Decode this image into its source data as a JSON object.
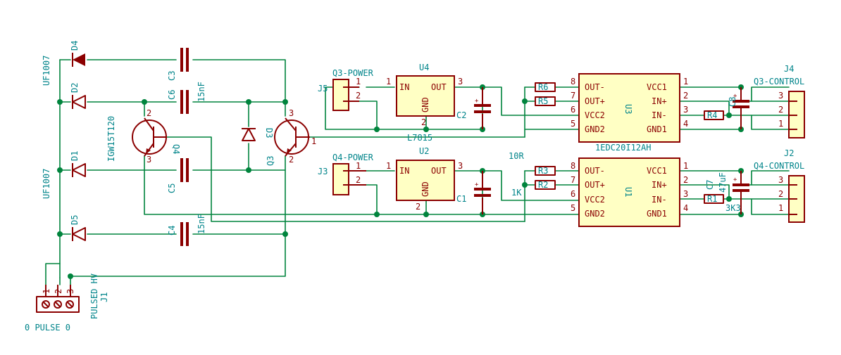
{
  "labels": {
    "d4": "D4",
    "d2": "D2",
    "d1": "D1",
    "d5": "D5",
    "d3": "D3",
    "uf_top": "UF1007",
    "uf_bot": "UF1007",
    "c3": "C3",
    "c6": "C6",
    "c5": "C5",
    "c4": "C4",
    "cap_top": "15nF",
    "cap_bot": "15nF",
    "igbt_val": "IGW15T120",
    "q4": "Q4",
    "q3": "Q3",
    "j1": "J1",
    "j1_val": "PULSED HV",
    "j1_bottom": "0 PULSE 0",
    "j5": "J5",
    "q3_power": "Q3-POWER",
    "j3": "J3",
    "q4_power": "Q4-POWER",
    "u4": "U4",
    "u2": "U2",
    "l7815": "L7815",
    "c2": "C2",
    "c1": "C1",
    "r6": "R6",
    "r5": "R5",
    "r3": "R3",
    "r2": "R2",
    "r4": "R4",
    "r1": "R1",
    "v10r": "10R",
    "v1k": "1K",
    "v3k3": "3K3",
    "u3": "U3",
    "u1": "U1",
    "eicedriver": "1EDC20I12AH",
    "c8": "C8",
    "c7": "C7",
    "v47uf": "47uF",
    "j4": "J4",
    "q3_control": "Q3-CONTROL",
    "j2": "J2",
    "q4_control": "Q4-CONTROL"
  },
  "pins": {
    "in": "IN",
    "out": "OUT",
    "gnd": "GND",
    "out_minus": "OUT-",
    "out_plus": "OUT+",
    "vcc2": "VCC2",
    "gnd2": "GND2",
    "vcc1": "VCC1",
    "in_plus": "IN+",
    "in_minus": "IN-",
    "gnd1": "GND1",
    "n1": "1",
    "n2": "2",
    "n3": "3",
    "n4": "4",
    "n5": "5",
    "n6": "6",
    "n7": "7",
    "n8": "8"
  },
  "colors": {
    "wire": "#00843d",
    "component": "#8b0000",
    "ic_fill": "#ffffc4",
    "label": "#00848a"
  }
}
